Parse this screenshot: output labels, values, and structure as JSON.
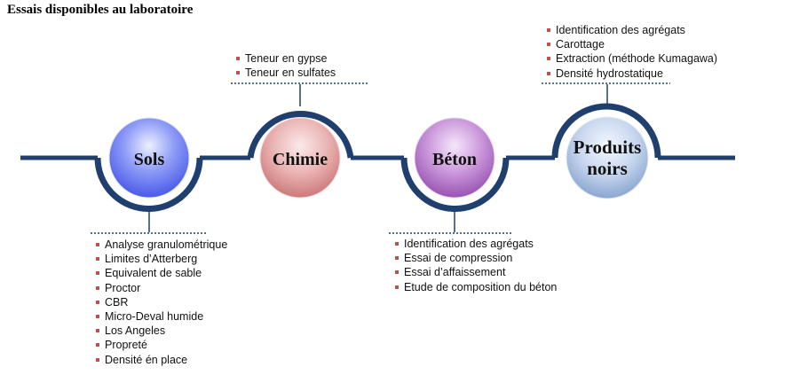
{
  "title": "Essais disponibles au laboratoire",
  "colors": {
    "timeline": "#1f3f6e",
    "bullet": "#c0504d",
    "sols": "#5a6cf0",
    "chimie": "#e09a9a",
    "beton": "#b06ac8",
    "noirs": "#9fb8e0"
  },
  "nodes": [
    {
      "id": "sols",
      "label": "Sols",
      "items": [
        "Analyse granulométrique",
        "Limites d’Atterberg",
        "Equivalent de sable",
        "Proctor",
        "CBR",
        "Micro-Deval humide",
        "Los Angeles",
        "Propreté",
        "Densité én place"
      ]
    },
    {
      "id": "chimie",
      "label": "Chimie",
      "items": [
        "Teneur en gypse",
        "Teneur en sulfates"
      ]
    },
    {
      "id": "beton",
      "label": "Béton",
      "items": [
        "Identification des agrégats",
        "Essai de compression",
        "Essai d’affaissement",
        "Etude de composition du béton"
      ]
    },
    {
      "id": "noirs",
      "label_line1": "Produits",
      "label_line2": "noirs",
      "items": [
        "Identification des agrégats",
        "Carottage",
        "Extraction (méthode Kumagawa)",
        "Densité hydrostatique"
      ]
    }
  ]
}
